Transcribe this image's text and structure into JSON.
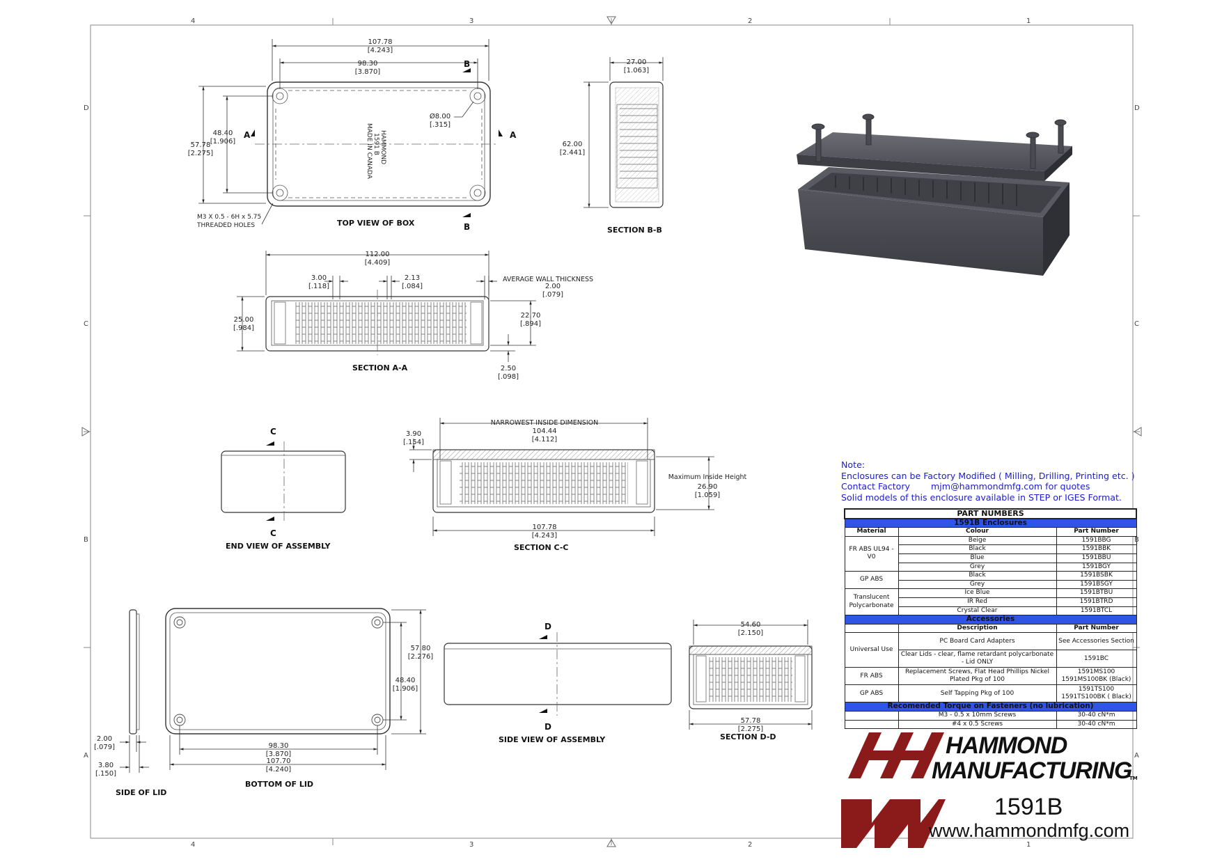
{
  "grid": {
    "columns": [
      "4",
      "3",
      "2",
      "1"
    ],
    "rows": [
      "D",
      "C",
      "B",
      "A"
    ]
  },
  "top_view": {
    "title": "TOP VIEW OF BOX",
    "dims": [
      "107.78",
      "[4.243]",
      "98.30",
      "[3.870]",
      "48.40",
      "[1.906]",
      "57.78",
      "[2.275]",
      "Ø8.00",
      "[.315]"
    ],
    "section_marks": [
      "A",
      "A",
      "B",
      "B"
    ],
    "hole_note": [
      "M3 X 0.5 - 6H x 5.75",
      "THREADED HOLES"
    ],
    "engraving": [
      "HAMMOND",
      "1591 B",
      "MADE IN CANADA"
    ]
  },
  "section_bb": {
    "title": "SECTION  B-B",
    "dims": [
      "27.00",
      "[1.063]",
      "62.00",
      "[2.441]"
    ]
  },
  "section_aa": {
    "title": "SECTION  A-A",
    "dims": [
      "112.00",
      "[4.409]",
      "3.00",
      "[.118]",
      "2.13",
      "[.084]",
      "25.00",
      "[.984]",
      "22.70",
      "[.894]",
      "2.50",
      "[.098]"
    ],
    "wall_note": [
      "AVERAGE WALL THICKNESS",
      "2.00",
      "[.079]"
    ]
  },
  "end_view": {
    "title": "END VIEW OF ASSEMBLY",
    "marks": [
      "C",
      "C"
    ]
  },
  "section_cc": {
    "title": "SECTION  C-C",
    "dims": [
      "NARROWEST INSIDE DIMENSION",
      "104.44",
      "[4.112]",
      "3.90",
      "[.154]",
      "107.78",
      "[4.243]",
      "Maximum Inside Height",
      "26.90",
      "[1.059]"
    ]
  },
  "bottom_lid": {
    "title": "BOTTOM OF LID",
    "dims": [
      "57.80",
      "[2.276]",
      "48.40",
      "[1.906]",
      "98.30",
      "[3.870]",
      "107.70",
      "[4.240]"
    ]
  },
  "side_lid": {
    "title": "SIDE OF LID",
    "dims": [
      "2.00",
      "[.079]",
      "3.80",
      "[.150]"
    ]
  },
  "side_view": {
    "title": "SIDE VIEW OF ASSEMBLY",
    "marks": [
      "D",
      "D"
    ]
  },
  "section_dd": {
    "title": "SECTION  D-D",
    "dims": [
      "54.60",
      "[2.150]",
      "57.78",
      "[2.275]"
    ]
  },
  "notes": {
    "heading": "Note:",
    "line1": "Enclosures can be Factory Modified ( Milling, Drilling, Printing etc. )",
    "line2a": "Contact Factory",
    "line2b": "mjm@hammondmfg.com for quotes",
    "line3": "Solid models of this enclosure available in STEP or IGES Format."
  },
  "part_table": {
    "title": "PART NUMBERS",
    "enclosures_heading": "1591B Enclosures",
    "headers": [
      "Material",
      "Colour",
      "Part Number"
    ],
    "groups": [
      {
        "material": "FR ABS UL94 - V0",
        "rows": [
          [
            "Beige",
            "1591BBG"
          ],
          [
            "Black",
            "1591BBK"
          ],
          [
            "Blue",
            "1591BBU"
          ],
          [
            "Grey",
            "1591BGY"
          ]
        ]
      },
      {
        "material": "GP ABS",
        "rows": [
          [
            "Black",
            "1591BSBK"
          ],
          [
            "Grey",
            "1591BSGY"
          ]
        ]
      },
      {
        "material": "Translucent Polycarbonate",
        "rows": [
          [
            "Ice Blue",
            "1591BTBU"
          ],
          [
            "IR Red",
            "1591BTRD"
          ],
          [
            "Crystal Clear",
            "1591BTCL"
          ]
        ]
      }
    ],
    "accessories_heading": "Accessories",
    "acc_headers": [
      "Description",
      "Part Number"
    ],
    "accessories": [
      {
        "material": "Universal Use",
        "rows": [
          [
            "PC Board Card Adapters",
            "See Accessories Section"
          ],
          [
            "Clear Lids - clear, flame retardant polycarbonate - Lid ONLY",
            "1591BC"
          ]
        ]
      },
      {
        "material": "FR ABS",
        "rows": [
          [
            "Replacement Screws, Flat Head Phillips Nickel Plated Pkg of 100",
            "1591MS100 1591MS100BK (Black)"
          ]
        ]
      },
      {
        "material": "GP ABS",
        "rows": [
          [
            "Self Tapping Pkg of 100",
            "1591TS100 1591TS100BK ( Black)"
          ]
        ]
      }
    ],
    "torque_heading": "Recomended Torque on Fasteners (no lubrication)",
    "torque": [
      [
        "M3 - 0.5 x 10mm Screws",
        "30-40 cN*m"
      ],
      [
        "#4 x 0.5 Screws",
        "30-40 cN*m"
      ]
    ]
  },
  "brand": {
    "name_line1": "HAMMOND",
    "name_line2": "MANUFACTURING",
    "tm": "TM",
    "model": "1591B",
    "website": "www.hammondmfg.com",
    "logo_color": "#8b1a1a"
  }
}
